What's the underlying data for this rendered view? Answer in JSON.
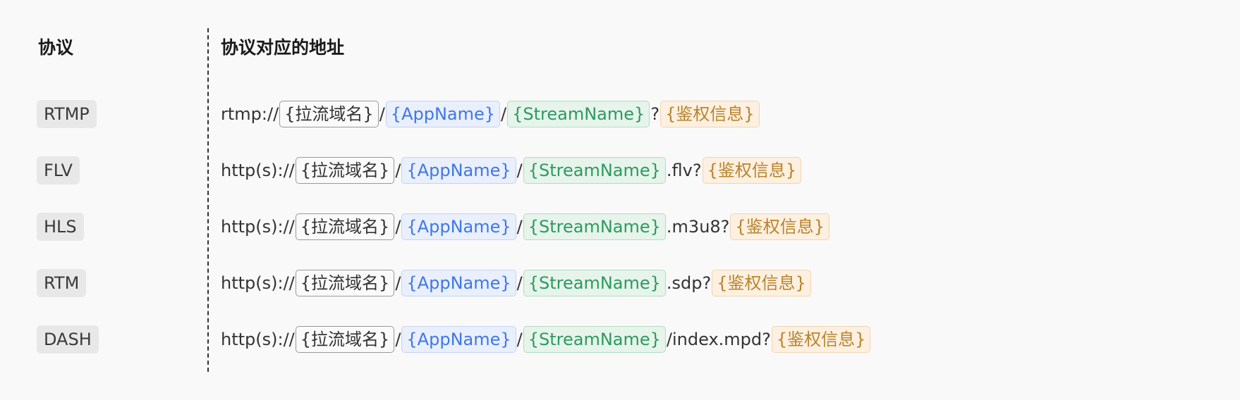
{
  "headers": {
    "protocol": "协议",
    "address": "协议对应的地址"
  },
  "placeholders": {
    "domain": "{拉流域名}",
    "app": "{AppName}",
    "stream": "{StreamName}",
    "auth": "{鉴权信息}"
  },
  "rows": [
    {
      "protocol": "RTMP",
      "prefix": "rtmp://",
      "sep1": "/",
      "sep2": "/",
      "suffix": "?"
    },
    {
      "protocol": "FLV",
      "prefix": "http(s)://",
      "sep1": "/",
      "sep2": "/",
      "suffix": ".flv?"
    },
    {
      "protocol": "HLS",
      "prefix": "http(s)://",
      "sep1": "/",
      "sep2": "/",
      "suffix": ".m3u8?"
    },
    {
      "protocol": "RTM",
      "prefix": "http(s)://",
      "sep1": "/",
      "sep2": "/",
      "suffix": ".sdp?"
    },
    {
      "protocol": "DASH",
      "prefix": "http(s)://",
      "sep1": "/",
      "sep2": "/",
      "suffix": "/index.mpd?"
    }
  ]
}
